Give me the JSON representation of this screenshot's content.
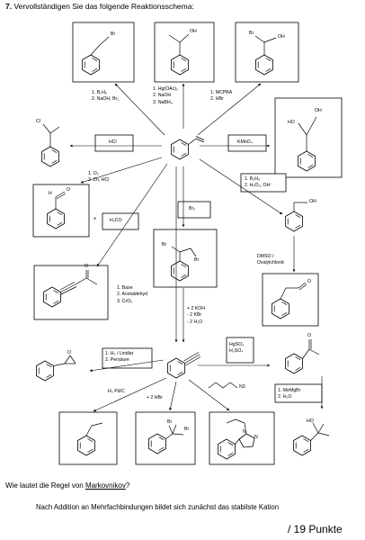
{
  "task": {
    "number": "7.",
    "text": "Vervollständigen Sie das folgende Reaktionsschema:"
  },
  "molecules": {
    "a_Br": "Br",
    "b_OH": "OH",
    "c_Br": "Br",
    "c_OH": "OH",
    "d_Cl": "Cl",
    "e_HO": "HO",
    "e_OH": "OH",
    "f_H": "H",
    "f_O": "O",
    "g_OH": "OH",
    "h_Br1": "Br",
    "h_Br2": "Br",
    "i_O": "O",
    "j_O": "O",
    "k_O": "O",
    "l_O": "O",
    "m_HO": "HO",
    "n_N3": "N3",
    "p_Br1": "Br",
    "p_Br2": "Br",
    "q_N": "N",
    "q_N2": "N"
  },
  "conditions": {
    "c1": [
      "1. B₂H₆",
      "2. NaOH, Br₂"
    ],
    "c2": [
      "1. Hg(OAc)₂",
      "2. NaOH",
      "3. NaBH₄"
    ],
    "c3": [
      "1. MCPBA",
      "2. HBr"
    ],
    "c4": "HCl",
    "c5": "KMnO₄",
    "c6": [
      "1. O₃",
      "2. Zn, HCl"
    ],
    "c7": [
      "1. B₂H₆",
      "2. H₂O₂, OH⁻"
    ],
    "c8": "Br₂",
    "c9": "H₂CO",
    "c9_plus": "+",
    "c10": [
      "DMSO /",
      "Oxalylchlorid"
    ],
    "c11": [
      "1. Base",
      "2. Acetaldehyd",
      "3. CrO₃"
    ],
    "c12": [
      "+ 2 KOH",
      "- 2 KBr",
      "- 2 H₂O"
    ],
    "c13": [
      "1. H₂ / Lindlar",
      "2. Persäure"
    ],
    "c14": [
      "HgSO₄",
      "H₂SO₄"
    ],
    "c15": "H₂ Pd/C",
    "c16": "+ 2 HBr",
    "c17": [
      "1. MeMgBr",
      "2. H₂O"
    ]
  },
  "question": {
    "prefix": "Wie lautet die Regel von ",
    "term": "Markovnikov",
    "suffix": "?"
  },
  "answer": "Nach Addition an Mehrfachbindungen bildet sich zunächst das stabilste Kation",
  "score": "/ 19 Punkte"
}
